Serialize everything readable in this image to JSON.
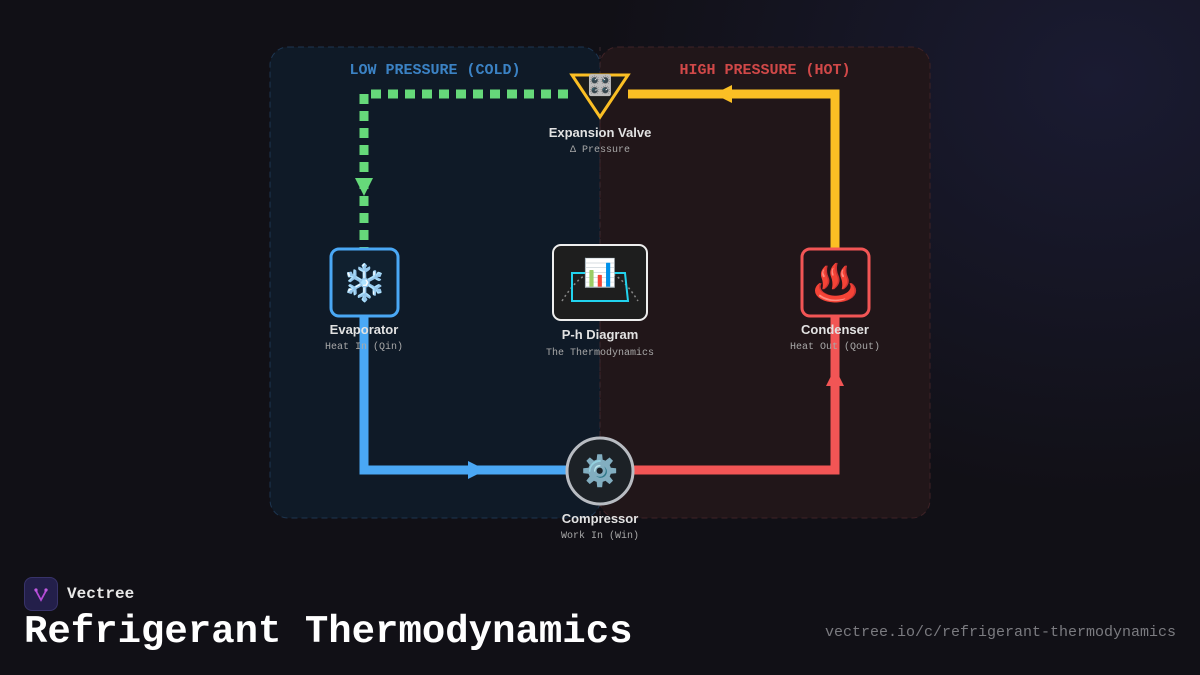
{
  "zones": {
    "low": "LOW PRESSURE (COLD)",
    "high": "HIGH PRESSURE (HOT)"
  },
  "nodes": {
    "valve": {
      "name": "Expansion Valve",
      "sub": "Δ Pressure",
      "icon": "control-knobs-icon"
    },
    "evaporator": {
      "name": "Evaporator",
      "sub": "Heat In (Qin)",
      "icon": "snowflake-icon"
    },
    "diagram": {
      "name": "P-h Diagram",
      "sub": "The Thermodynamics",
      "icon": "bar-chart-icon"
    },
    "condenser": {
      "name": "Condenser",
      "sub": "Heat Out (Qout)",
      "icon": "hot-springs-icon"
    },
    "compressor": {
      "name": "Compressor",
      "sub": "Work In (Win)",
      "icon": "gear-icon"
    }
  },
  "colors": {
    "low_zone": "#3b82c4",
    "high_zone": "#d04848",
    "green": "#66d97a",
    "yellow": "#fbbf24",
    "blue": "#4aa8f5",
    "red": "#f25555"
  },
  "brand": {
    "name": "Vectree"
  },
  "title": "Refrigerant Thermodynamics",
  "url": "vectree.io/c/refrigerant-thermodynamics"
}
